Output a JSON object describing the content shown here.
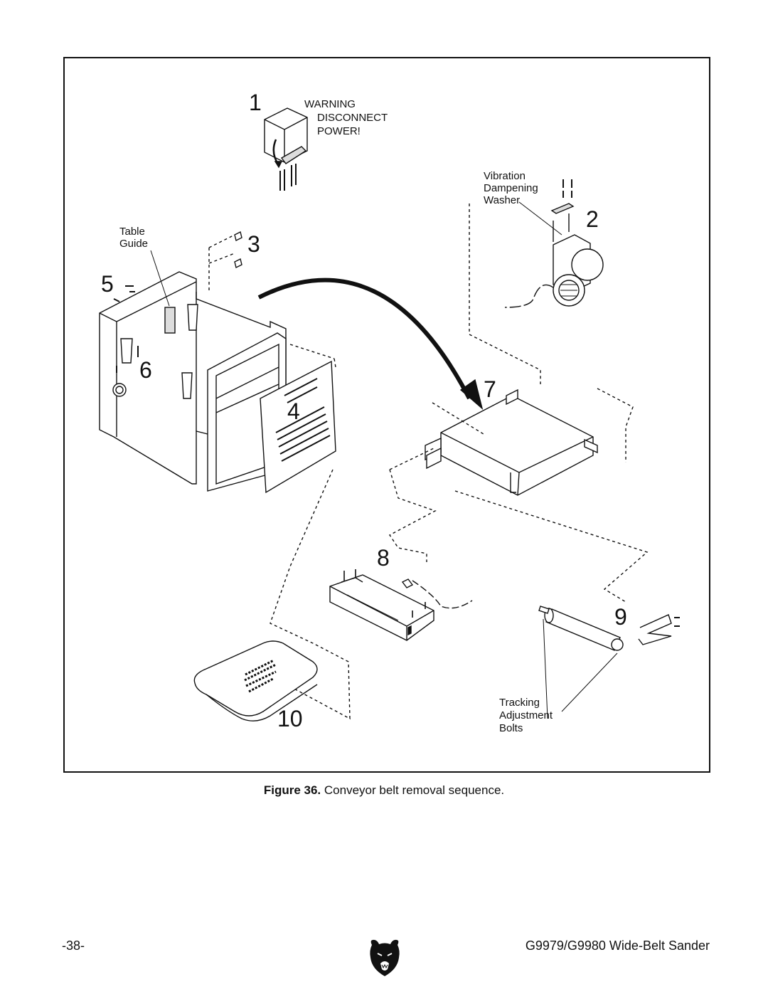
{
  "steps": {
    "s1": "1",
    "s2": "2",
    "s3": "3",
    "s4": "4",
    "s5": "5",
    "s6": "6",
    "s7": "7",
    "s8": "8",
    "s9": "9",
    "s10": "10"
  },
  "labels": {
    "warning_line1": "WARNING",
    "warning_line2": "DISCONNECT",
    "warning_line3": "POWER!",
    "vibration_line1": "Vibration",
    "vibration_line2": "Dampening",
    "vibration_line3": "Washer",
    "table_guide_line1": "Table",
    "table_guide_line2": "Guide",
    "tracking_line1": "Tracking",
    "tracking_line2": "Adjustment",
    "tracking_line3": "Bolts"
  },
  "caption": {
    "figure_label": "Figure 36.",
    "text": " Conveyor belt removal sequence."
  },
  "footer": {
    "page_number": "-38-",
    "title": "G9979/G9980 Wide-Belt Sander"
  },
  "colors": {
    "ink": "#111111",
    "paper": "#ffffff"
  },
  "icons": {
    "logo": "bear-head-logo-icon"
  }
}
